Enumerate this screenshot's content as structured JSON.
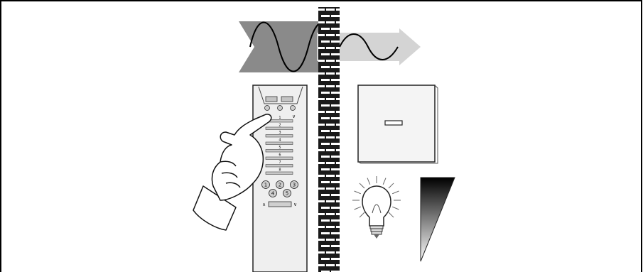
{
  "remote": {
    "channels": [
      "1",
      "2",
      "3",
      "4",
      "5",
      "6",
      "7",
      "8"
    ],
    "round_buttons": [
      "1",
      "2",
      "3",
      "4",
      "5"
    ],
    "up_symbol": "∧",
    "down_symbol": "∨"
  },
  "colors": {
    "signal_arrow_dark": "#888888",
    "signal_arrow_light": "#d0d0d0",
    "brick_dark": "#1a1a1a",
    "outline": "#222222"
  },
  "icons": [
    "transmitted-signal-arrow",
    "received-signal-arrow",
    "brick-wall",
    "remote-control",
    "pointing-hand",
    "receiver-box",
    "light-bulb",
    "dimmer-gradient"
  ]
}
